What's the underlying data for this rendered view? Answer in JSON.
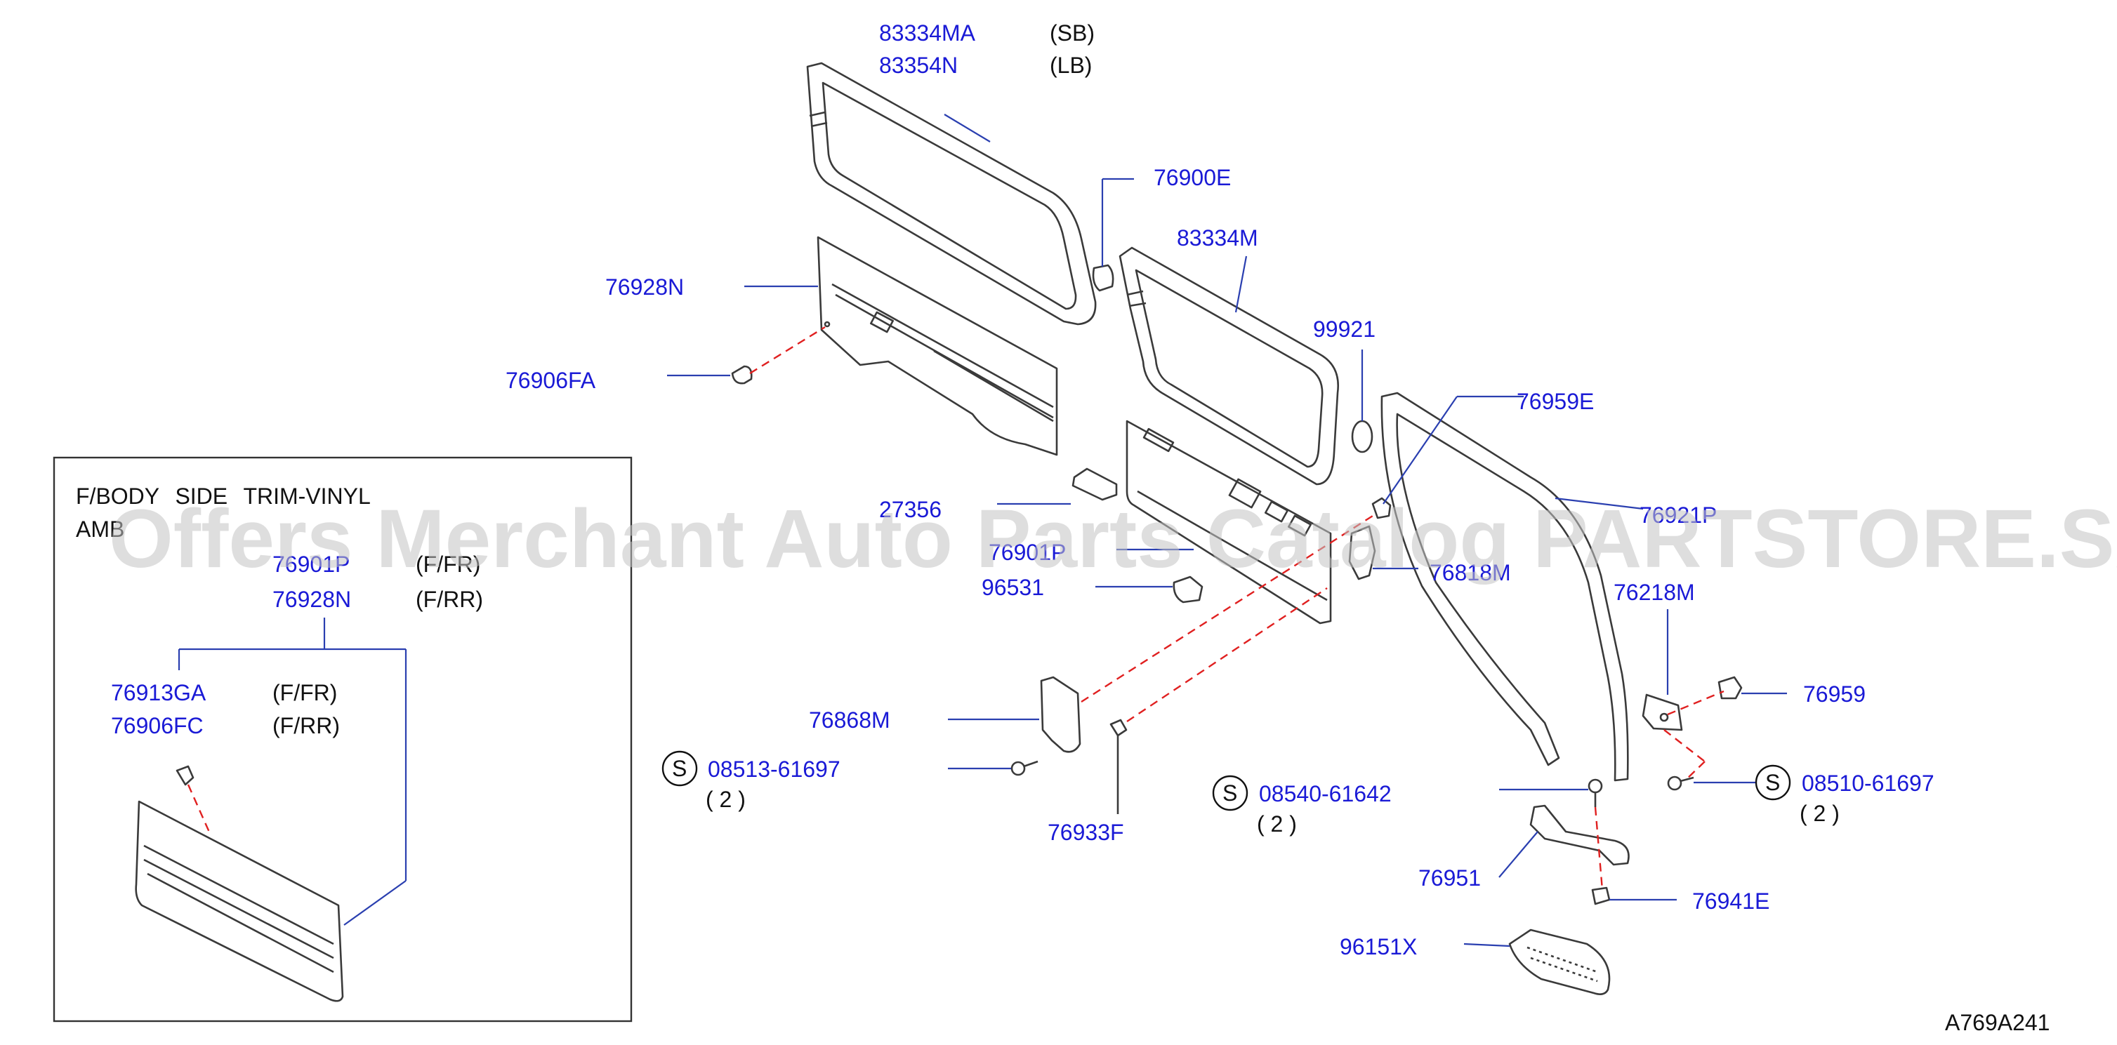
{
  "diagram": {
    "code": "A769A241",
    "callouts": {
      "c83334MA": "83334MA",
      "c83334MA_note": "(SB)",
      "c83354N": "83354N",
      "c83354N_note": "(LB)",
      "c76900E": "76900E",
      "c83334M": "83334M",
      "c76928N": "76928N",
      "c99921": "99921",
      "c76906FA": "76906FA",
      "c76959E": "76959E",
      "c27356": "27356",
      "c76921P_main": "76921P",
      "c76901P_main": "76901P",
      "c76818M": "76818M",
      "c96531": "96531",
      "c76218M": "76218M",
      "c76868M": "76868M",
      "c76959": "76959",
      "c08513": "08513-61697",
      "c08513_qty": "( 2 )",
      "c08540": "08540-61642",
      "c08540_qty": "( 2 )",
      "c08510": "08510-61697",
      "c08510_qty": "( 2 )",
      "c76933F": "76933F",
      "c76951": "76951",
      "c76941E": "76941E",
      "c96151X": "96151X",
      "s_symbol": "S"
    },
    "inset": {
      "title": "F/BODY SIDE TRIM-VINYL",
      "subtitle": "AMB",
      "p1": "76901P",
      "p1_note": "(F/FR)",
      "p2": "76928N",
      "p2_note": "(F/RR)",
      "p3": "76913GA",
      "p3_note": "(F/FR)",
      "p4": "76906FC",
      "p4_note": "(F/RR)"
    },
    "watermark": "Offers Merchant Auto Parts Catalog PARTSTORE.SA"
  }
}
